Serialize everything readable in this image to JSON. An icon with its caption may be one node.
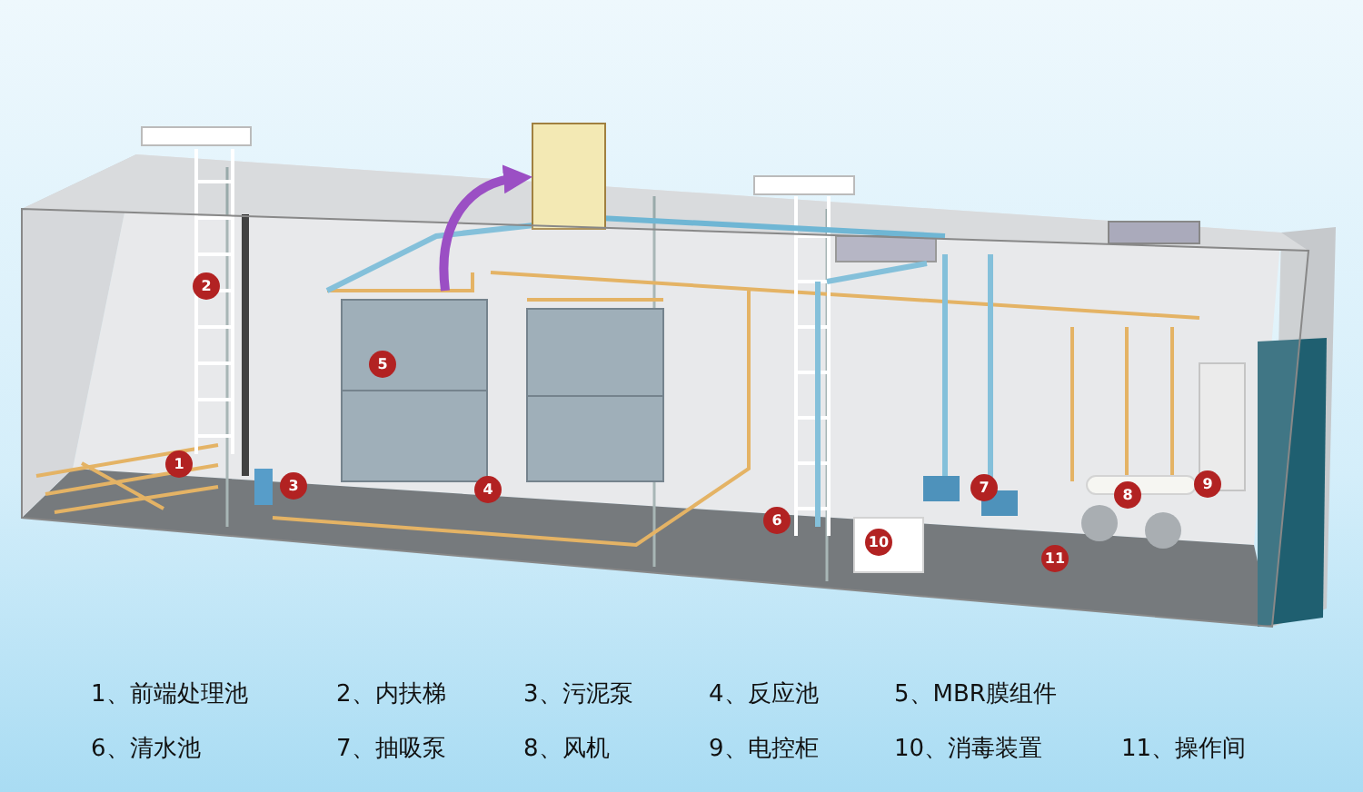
{
  "diagram": {
    "labels": [
      "2",
      "5",
      "1",
      "3",
      "4",
      "7",
      "8",
      "9",
      "6",
      "10",
      "11",
      "1、前端处理池",
      "2、内扶梯",
      "3、污泥泵",
      "4、反应池",
      "5、MBR膜组件",
      "6、清水池",
      "7、抽吸泵",
      "8、风机",
      "9、电控柜",
      "10、消毒装置",
      "11、操作间"
    ]
  }
}
